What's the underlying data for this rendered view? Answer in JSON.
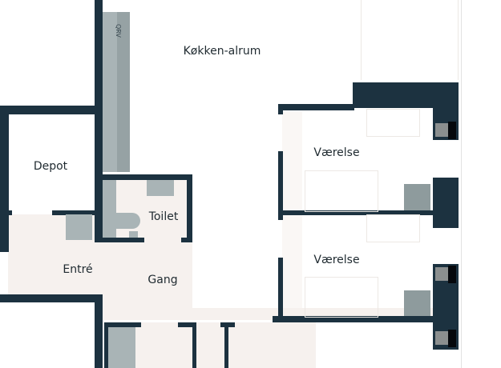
{
  "rooms": {
    "kitchen": "Køkken-alrum",
    "depot": "Depot",
    "toilet": "Toilet",
    "entry": "Entré",
    "hall": "Gang",
    "bedroom1": "Værelse",
    "bedroom2": "Værelse"
  },
  "fixtures": {
    "ventilation_label": "QRV"
  },
  "colors": {
    "wall": "#1c3240",
    "counter": "#a9b4b6",
    "floor": "#f6f1ee"
  }
}
